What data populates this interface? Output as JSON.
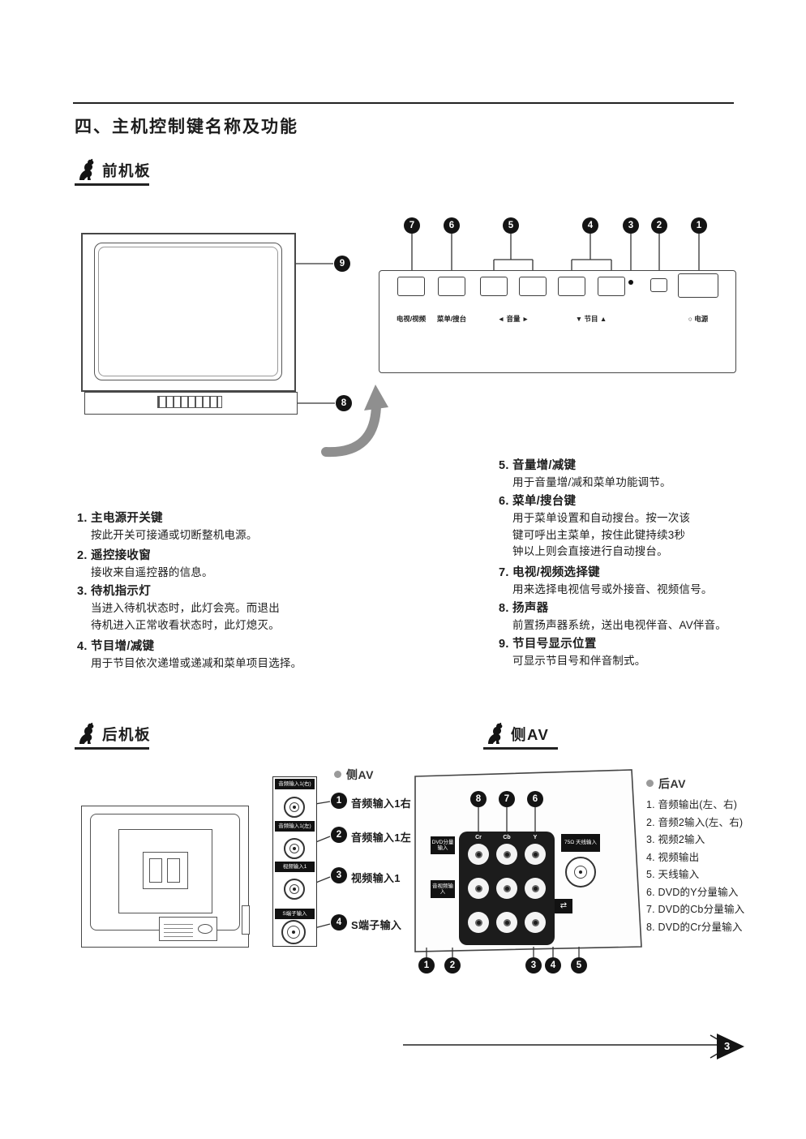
{
  "page": {
    "title": "四、主机控制键名称及功能",
    "page_number": "3"
  },
  "front": {
    "heading": "前机板",
    "callout_screen": "9",
    "callout_speaker": "8",
    "panel": {
      "callouts": [
        "7",
        "6",
        "5",
        "4",
        "3",
        "2",
        "1"
      ],
      "labels": {
        "tv_av": "电视/视频",
        "menu": "菜单/搜台",
        "volume": "◄ 音量 ►",
        "program": "▼ 节目 ▲",
        "power": "○ 电源"
      }
    },
    "items_left": [
      {
        "title": "1. 主电源开关键",
        "lines": [
          "按此开关可接通或切断整机电源。"
        ]
      },
      {
        "title": "2. 遥控接收窗",
        "lines": [
          "接收来自遥控器的信息。"
        ]
      },
      {
        "title": "3. 待机指示灯",
        "lines": [
          "当进入待机状态时，此灯会亮。而退出",
          "待机进入正常收看状态时，此灯熄灭。"
        ]
      },
      {
        "title": "4. 节目增/减键",
        "lines": [
          "用于节目依次递增或递减和菜单项目选择。"
        ]
      }
    ],
    "items_right": [
      {
        "title": "5. 音量增/减键",
        "lines": [
          "用于音量增/减和菜单功能调节。"
        ]
      },
      {
        "title": "6. 菜单/搜台键",
        "lines": [
          "用于菜单设置和自动搜台。按一次该",
          "键可呼出主菜单，按住此键持续3秒",
          "钟以上则会直接进行自动搜台。"
        ]
      },
      {
        "title": "7. 电视/视频选择键",
        "lines": [
          "用来选择电视信号或外接音、视频信号。"
        ]
      },
      {
        "title": "8. 扬声器",
        "lines": [
          "前置扬声器系统，送出电视伴音、AV伴音。"
        ]
      },
      {
        "title": "9. 节目号显示位置",
        "lines": [
          "可显示节目号和伴音制式。"
        ]
      }
    ]
  },
  "rear": {
    "heading": "后机板"
  },
  "side_av": {
    "heading": "侧AV",
    "panel_title": "侧AV",
    "jacks": [
      {
        "num": "1",
        "plate": "音频输入1(右)",
        "label": "音频输入1右"
      },
      {
        "num": "2",
        "plate": "音频输入1(左)",
        "label": "音频输入1左"
      },
      {
        "num": "3",
        "plate": "视频输入1",
        "label": "视频输入1"
      },
      {
        "num": "4",
        "plate": "S端子输入",
        "label": "S端子输入"
      }
    ]
  },
  "rear_av": {
    "panel_title": "后AV",
    "items": [
      "1. 音频输出(左、右)",
      "2. 音频2输入(左、右)",
      "3. 视频2输入",
      "4. 视频输出",
      "5. 天线输入",
      "6. DVD的Y分量输入",
      "7. DVD的Cb分量输入",
      "8. DVD的Cr分量输入"
    ],
    "callouts_top": [
      "8",
      "7",
      "6"
    ],
    "callouts_bottom": [
      "1",
      "2",
      "3",
      "4",
      "5"
    ],
    "component_labels": [
      "Cr",
      "Cb",
      "Y"
    ],
    "antenna_label": "75Ω 天线输入",
    "dvd_box_label": "DVD分量输入",
    "av_box_label": "音视频输入"
  }
}
